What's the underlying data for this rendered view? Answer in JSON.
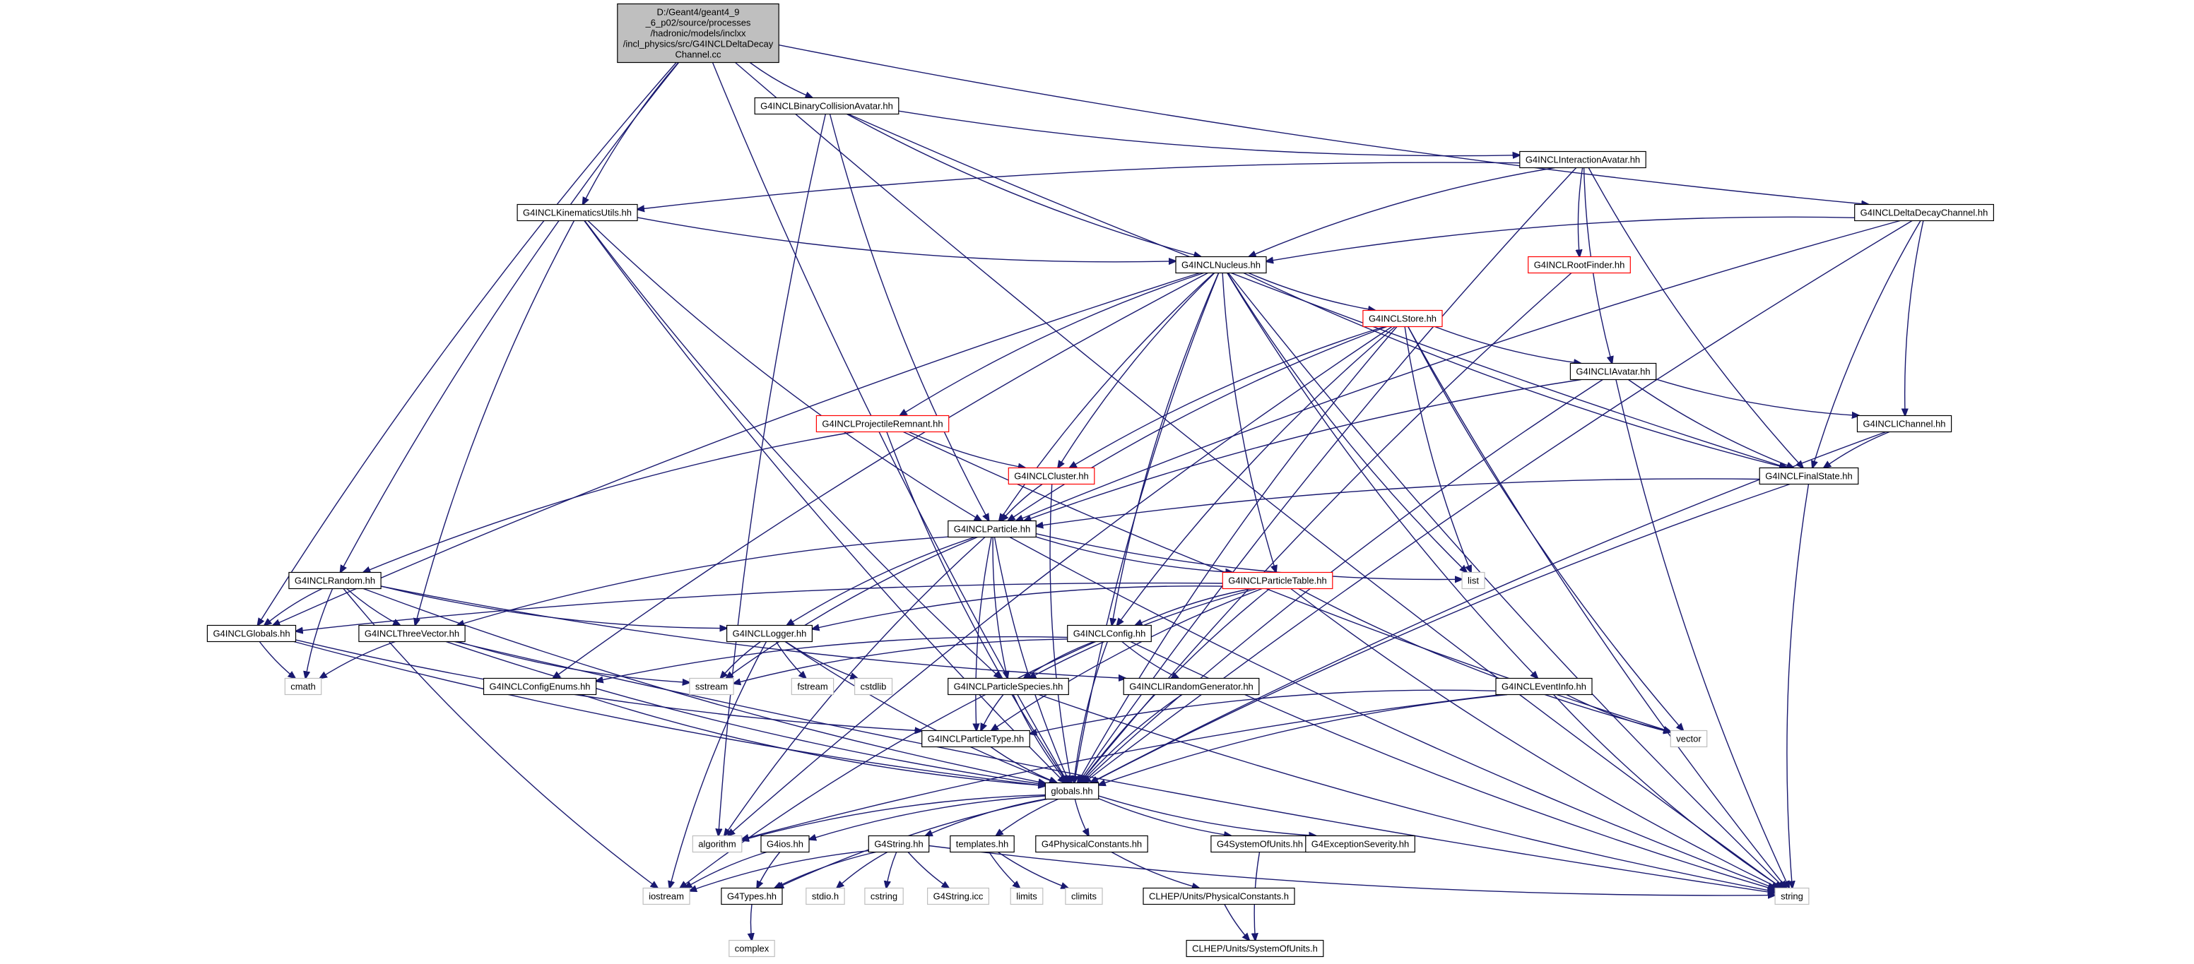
{
  "colors": {
    "edge": "#191970",
    "root_fill": "#bfbfbf",
    "node_border_normal": "#000000",
    "node_border_incomplete": "#ff0000",
    "node_border_external": "#bfbfbf",
    "text": "#000000"
  },
  "nodes": [
    {
      "id": "root",
      "kind": "root",
      "lines": [
        "D:/Geant4/geant4_9",
        "_6_p02/source/processes",
        "/hadronic/models/inclxx",
        "/incl_physics/src/G4INCLDeltaDecay",
        "Channel.cc"
      ]
    },
    {
      "id": "bca",
      "kind": "normal",
      "lines": [
        "G4INCLBinaryCollisionAvatar.hh"
      ]
    },
    {
      "id": "ia",
      "kind": "normal",
      "lines": [
        "G4INCLInteractionAvatar.hh"
      ]
    },
    {
      "id": "ku",
      "kind": "normal",
      "lines": [
        "G4INCLKinematicsUtils.hh"
      ]
    },
    {
      "id": "ddc",
      "kind": "normal",
      "lines": [
        "G4INCLDeltaDecayChannel.hh"
      ]
    },
    {
      "id": "nuc",
      "kind": "normal",
      "lines": [
        "G4INCLNucleus.hh"
      ]
    },
    {
      "id": "rf",
      "kind": "incomplete",
      "lines": [
        "G4INCLRootFinder.hh"
      ]
    },
    {
      "id": "store",
      "kind": "incomplete",
      "lines": [
        "G4INCLStore.hh"
      ]
    },
    {
      "id": "iav",
      "kind": "normal",
      "lines": [
        "G4INCLIAvatar.hh"
      ]
    },
    {
      "id": "ich",
      "kind": "normal",
      "lines": [
        "G4INCLIChannel.hh"
      ]
    },
    {
      "id": "pr",
      "kind": "incomplete",
      "lines": [
        "G4INCLProjectileRemnant.hh"
      ]
    },
    {
      "id": "fs",
      "kind": "normal",
      "lines": [
        "G4INCLFinalState.hh"
      ]
    },
    {
      "id": "cl",
      "kind": "incomplete",
      "lines": [
        "G4INCLCluster.hh"
      ]
    },
    {
      "id": "part",
      "kind": "normal",
      "lines": [
        "G4INCLParticle.hh"
      ]
    },
    {
      "id": "rand",
      "kind": "normal",
      "lines": [
        "G4INCLRandom.hh"
      ]
    },
    {
      "id": "ptab",
      "kind": "incomplete",
      "lines": [
        "G4INCLParticleTable.hh"
      ]
    },
    {
      "id": "list",
      "kind": "external",
      "lines": [
        "list"
      ]
    },
    {
      "id": "glob",
      "kind": "normal",
      "lines": [
        "G4INCLGlobals.hh"
      ]
    },
    {
      "id": "tv",
      "kind": "normal",
      "lines": [
        "G4INCLThreeVector.hh"
      ]
    },
    {
      "id": "log",
      "kind": "normal",
      "lines": [
        "G4INCLLogger.hh"
      ]
    },
    {
      "id": "cfg",
      "kind": "normal",
      "lines": [
        "G4INCLConfig.hh"
      ]
    },
    {
      "id": "cmath",
      "kind": "external",
      "lines": [
        "cmath"
      ]
    },
    {
      "id": "sstream",
      "kind": "external",
      "lines": [
        "sstream"
      ]
    },
    {
      "id": "fstream",
      "kind": "external",
      "lines": [
        "fstream"
      ]
    },
    {
      "id": "cstdlib",
      "kind": "external",
      "lines": [
        "cstdlib"
      ]
    },
    {
      "id": "ce",
      "kind": "normal",
      "lines": [
        "G4INCLConfigEnums.hh"
      ]
    },
    {
      "id": "ps",
      "kind": "normal",
      "lines": [
        "G4INCLParticleSpecies.hh"
      ]
    },
    {
      "id": "irg",
      "kind": "normal",
      "lines": [
        "G4INCLIRandomGenerator.hh"
      ]
    },
    {
      "id": "ei",
      "kind": "normal",
      "lines": [
        "G4INCLEventInfo.hh"
      ]
    },
    {
      "id": "pt",
      "kind": "normal",
      "lines": [
        "G4INCLParticleType.hh"
      ]
    },
    {
      "id": "vector",
      "kind": "external",
      "lines": [
        "vector"
      ]
    },
    {
      "id": "globals",
      "kind": "normal",
      "lines": [
        "globals.hh"
      ]
    },
    {
      "id": "algorithm",
      "kind": "external",
      "lines": [
        "algorithm"
      ]
    },
    {
      "id": "g4ios",
      "kind": "normal",
      "lines": [
        "G4ios.hh"
      ]
    },
    {
      "id": "g4str",
      "kind": "normal",
      "lines": [
        "G4String.hh"
      ]
    },
    {
      "id": "templ",
      "kind": "normal",
      "lines": [
        "templates.hh"
      ]
    },
    {
      "id": "g4pc",
      "kind": "normal",
      "lines": [
        "G4PhysicalConstants.hh"
      ]
    },
    {
      "id": "g4su",
      "kind": "normal",
      "lines": [
        "G4SystemOfUnits.hh"
      ]
    },
    {
      "id": "g4es",
      "kind": "normal",
      "lines": [
        "G4ExceptionSeverity.hh"
      ]
    },
    {
      "id": "iostream",
      "kind": "external",
      "lines": [
        "iostream"
      ]
    },
    {
      "id": "g4types",
      "kind": "normal",
      "lines": [
        "G4Types.hh"
      ]
    },
    {
      "id": "stdioh",
      "kind": "external",
      "lines": [
        "stdio.h"
      ]
    },
    {
      "id": "cstring",
      "kind": "external",
      "lines": [
        "cstring"
      ]
    },
    {
      "id": "g4sicc",
      "kind": "external",
      "lines": [
        "G4String.icc"
      ]
    },
    {
      "id": "limits",
      "kind": "external",
      "lines": [
        "limits"
      ]
    },
    {
      "id": "climits",
      "kind": "external",
      "lines": [
        "climits"
      ]
    },
    {
      "id": "clhep_pc",
      "kind": "normal",
      "lines": [
        "CLHEP/Units/PhysicalConstants.h"
      ]
    },
    {
      "id": "string",
      "kind": "external",
      "lines": [
        "string"
      ]
    },
    {
      "id": "complex",
      "kind": "external",
      "lines": [
        "complex"
      ]
    },
    {
      "id": "clhep_su",
      "kind": "normal",
      "lines": [
        "CLHEP/Units/SystemOfUnits.h"
      ]
    }
  ],
  "edges": [
    [
      "root",
      "bca"
    ],
    [
      "root",
      "ku"
    ],
    [
      "root",
      "ddc"
    ],
    [
      "root",
      "rand"
    ],
    [
      "root",
      "glob"
    ],
    [
      "root",
      "globals"
    ],
    [
      "root",
      "string"
    ],
    [
      "bca",
      "ia"
    ],
    [
      "bca",
      "nuc"
    ],
    [
      "bca",
      "part"
    ],
    [
      "bca",
      "fs"
    ],
    [
      "bca",
      "algorithm"
    ],
    [
      "ia",
      "ku"
    ],
    [
      "ia",
      "nuc"
    ],
    [
      "ia",
      "rf"
    ],
    [
      "ia",
      "iav"
    ],
    [
      "ia",
      "fs"
    ],
    [
      "ia",
      "globals"
    ],
    [
      "ku",
      "nuc"
    ],
    [
      "ku",
      "part"
    ],
    [
      "ku",
      "ps"
    ],
    [
      "ku",
      "tv"
    ],
    [
      "ku",
      "globals"
    ],
    [
      "ddc",
      "nuc"
    ],
    [
      "ddc",
      "part"
    ],
    [
      "ddc",
      "ich"
    ],
    [
      "ddc",
      "fs"
    ],
    [
      "ddc",
      "globals"
    ],
    [
      "nuc",
      "store"
    ],
    [
      "nuc",
      "pr"
    ],
    [
      "nuc",
      "cl"
    ],
    [
      "nuc",
      "part"
    ],
    [
      "nuc",
      "ptab"
    ],
    [
      "nuc",
      "cfg"
    ],
    [
      "nuc",
      "ei"
    ],
    [
      "nuc",
      "glob"
    ],
    [
      "nuc",
      "ce"
    ],
    [
      "nuc",
      "list"
    ],
    [
      "nuc",
      "fs"
    ],
    [
      "nuc",
      "globals"
    ],
    [
      "nuc",
      "string"
    ],
    [
      "rf",
      "globals"
    ],
    [
      "store",
      "iav"
    ],
    [
      "store",
      "part"
    ],
    [
      "store",
      "cl"
    ],
    [
      "store",
      "cfg"
    ],
    [
      "store",
      "list"
    ],
    [
      "store",
      "vector"
    ],
    [
      "store",
      "globals"
    ],
    [
      "store",
      "string"
    ],
    [
      "store",
      "algorithm"
    ],
    [
      "iav",
      "ich"
    ],
    [
      "iav",
      "fs"
    ],
    [
      "iav",
      "part"
    ],
    [
      "iav",
      "globals"
    ],
    [
      "iav",
      "string"
    ],
    [
      "ich",
      "fs"
    ],
    [
      "ich",
      "globals"
    ],
    [
      "pr",
      "cl"
    ],
    [
      "pr",
      "rand"
    ],
    [
      "pr",
      "vector"
    ],
    [
      "pr",
      "globals"
    ],
    [
      "fs",
      "part"
    ],
    [
      "fs",
      "globals"
    ],
    [
      "fs",
      "string"
    ],
    [
      "cl",
      "part"
    ],
    [
      "cl",
      "globals"
    ],
    [
      "part",
      "ptab"
    ],
    [
      "part",
      "log"
    ],
    [
      "part",
      "tv"
    ],
    [
      "part",
      "ps"
    ],
    [
      "part",
      "pt"
    ],
    [
      "part",
      "list"
    ],
    [
      "part",
      "sstream"
    ],
    [
      "part",
      "globals"
    ],
    [
      "part",
      "string"
    ],
    [
      "part",
      "algorithm"
    ],
    [
      "rand",
      "glob"
    ],
    [
      "rand",
      "tv"
    ],
    [
      "rand",
      "log"
    ],
    [
      "rand",
      "irg"
    ],
    [
      "rand",
      "cmath"
    ],
    [
      "rand",
      "globals"
    ],
    [
      "rand",
      "iostream"
    ],
    [
      "ptab",
      "cfg"
    ],
    [
      "ptab",
      "log"
    ],
    [
      "ptab",
      "ps"
    ],
    [
      "ptab",
      "pt"
    ],
    [
      "ptab",
      "glob"
    ],
    [
      "ptab",
      "vector"
    ],
    [
      "ptab",
      "globals"
    ],
    [
      "ptab",
      "string"
    ],
    [
      "glob",
      "cmath"
    ],
    [
      "glob",
      "pt"
    ],
    [
      "glob",
      "globals"
    ],
    [
      "tv",
      "cmath"
    ],
    [
      "tv",
      "sstream"
    ],
    [
      "tv",
      "globals"
    ],
    [
      "tv",
      "string"
    ],
    [
      "log",
      "sstream"
    ],
    [
      "log",
      "fstream"
    ],
    [
      "log",
      "cstdlib"
    ],
    [
      "log",
      "globals"
    ],
    [
      "log",
      "iostream"
    ],
    [
      "cfg",
      "ce"
    ],
    [
      "cfg",
      "ps"
    ],
    [
      "cfg",
      "irg"
    ],
    [
      "cfg",
      "sstream"
    ],
    [
      "cfg",
      "globals"
    ],
    [
      "cfg",
      "iostream"
    ],
    [
      "cfg",
      "string"
    ],
    [
      "ce",
      "globals"
    ],
    [
      "ps",
      "pt"
    ],
    [
      "ps",
      "globals"
    ],
    [
      "ps",
      "string"
    ],
    [
      "irg",
      "globals"
    ],
    [
      "ei",
      "pt"
    ],
    [
      "ei",
      "vector"
    ],
    [
      "ei",
      "globals"
    ],
    [
      "ei",
      "string"
    ],
    [
      "ei",
      "algorithm"
    ],
    [
      "pt",
      "globals"
    ],
    [
      "globals",
      "algorithm"
    ],
    [
      "globals",
      "g4ios"
    ],
    [
      "globals",
      "g4str"
    ],
    [
      "globals",
      "templ"
    ],
    [
      "globals",
      "g4pc"
    ],
    [
      "globals",
      "g4su"
    ],
    [
      "globals",
      "g4es"
    ],
    [
      "globals",
      "g4types"
    ],
    [
      "g4ios",
      "iostream"
    ],
    [
      "g4ios",
      "g4types"
    ],
    [
      "g4str",
      "g4types"
    ],
    [
      "g4str",
      "stdioh"
    ],
    [
      "g4str",
      "cstring"
    ],
    [
      "g4str",
      "g4sicc"
    ],
    [
      "g4str",
      "iostream"
    ],
    [
      "g4str",
      "string"
    ],
    [
      "templ",
      "limits"
    ],
    [
      "templ",
      "climits"
    ],
    [
      "g4pc",
      "clhep_pc"
    ],
    [
      "g4su",
      "clhep_su"
    ],
    [
      "g4types",
      "complex"
    ],
    [
      "clhep_pc",
      "clhep_su"
    ]
  ]
}
